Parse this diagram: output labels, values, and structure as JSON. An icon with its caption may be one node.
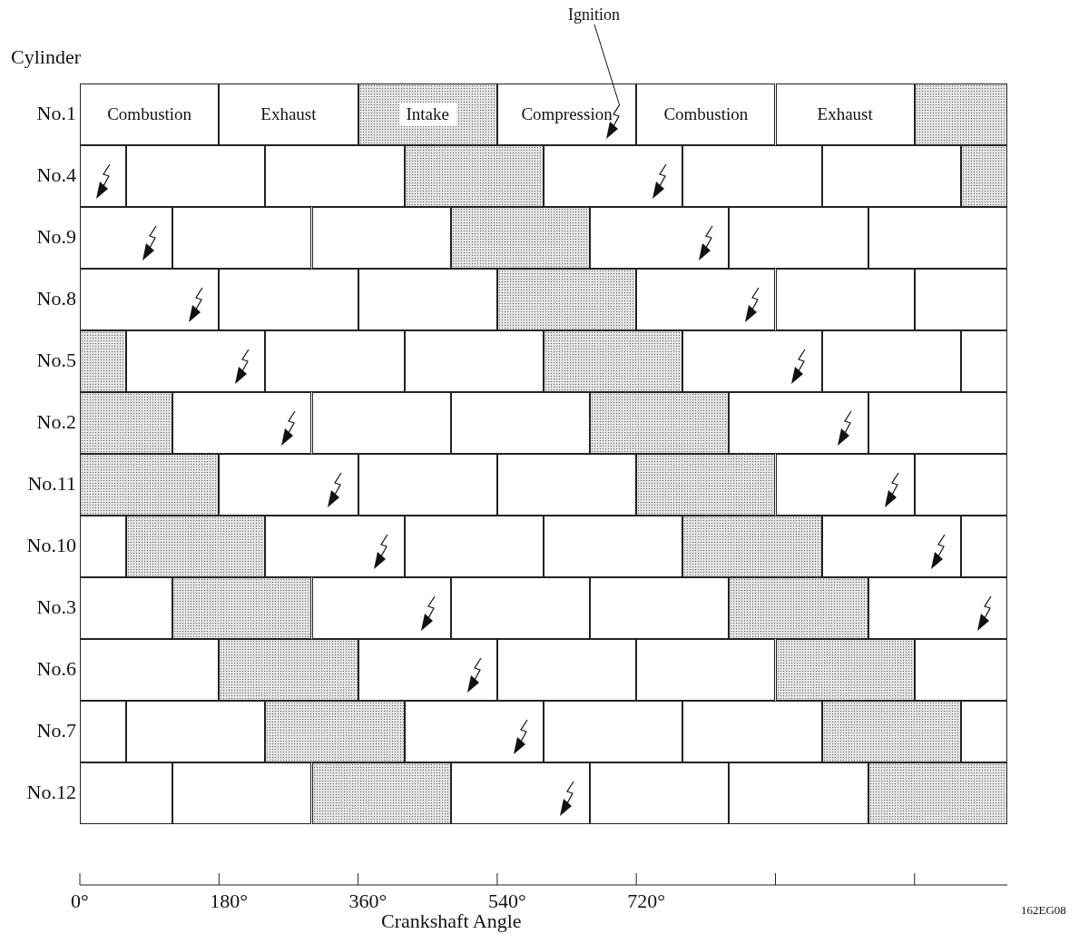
{
  "diagram": {
    "nodes": [
      {
        "text": [
          "Ignition"
        ]
      },
      {
        "text": [
          "Combustion"
        ]
      },
      {
        "text": [
          "Exhaust"
        ]
      },
      {
        "text": [
          "Intake"
        ]
      },
      {
        "text": [
          "Compression"
        ]
      },
      {
        "text": [
          "Combustion"
        ]
      },
      {
        "text": [
          "Exhaust"
        ]
      },
      {
        "text": [],
        "shape": "box"
      },
      {
        "text": [],
        "shape": "picture",
        "in": 4
      },
      {
        "text": [],
        "shape": "box"
      },
      {
        "text": [],
        "shape": "box"
      },
      {
        "text": [],
        "shape": "box"
      },
      {
        "text": [],
        "shape": "box"
      },
      {
        "text": [],
        "shape": "box"
      },
      {
        "text": [],
        "shape": "box"
      },
      {
        "text": [],
        "shape": "box"
      },
      {
        "text": [],
        "shape": "box"
      },
      {
        "text": [],
        "shape": "box"
      },
      {
        "text": [],
        "shape": "box"
      },
      {
        "text": [],
        "shape": "box"
      },
      {
        "text": [],
        "shape": "box"
      },
      {
        "text": [],
        "shape": "box"
      },
      {
        "text": [],
        "shape": "box"
      },
      {
        "text": [],
        "shape": "box"
      },
      {
        "text": [],
        "shape": "box"
      },
      {
        "text": [],
        "shape": "box"
      },
      {
        "text": [],
        "shape": "box"
      },
      {
        "text": [],
        "shape": "box"
      },
      {
        "text": [],
        "shape": "box"
      },
      {
        "text": [],
        "shape": "box"
      },
      {
        "text": [],
        "shape": "box"
      },
      {
        "text": [],
        "shape": "box"
      },
      {
        "text": [],
        "shape": "box"
      },
      {
        "text": [],
        "shape": "box"
      },
      {
        "text": [],
        "shape": "box"
      },
      {
        "text": [],
        "shape": "box"
      },
      {
        "text": [],
        "shape": "box"
      },
      {
        "text": [],
        "shape": "box"
      },
      {
        "text": [],
        "shape": "box"
      },
      {
        "text": [],
        "shape": "box"
      },
      {
        "text": [],
        "shape": "box"
      },
      {
        "text": [],
        "shape": "box"
      },
      {
        "text": [],
        "shape": "box"
      },
      {
        "text": [],
        "shape": "box"
      },
      {
        "text": [],
        "shape": "box"
      },
      {
        "text": [],
        "shape": "box"
      },
      {
        "text": [],
        "shape": "box"
      },
      {
        "text": [],
        "shape": "box"
      },
      {
        "text": [],
        "shape": "box"
      },
      {
        "text": [],
        "shape": "box"
      },
      {
        "text": [],
        "shape": "box"
      },
      {
        "text": [],
        "shape": "box"
      },
      {
        "text": [],
        "shape": "box"
      },
      {
        "text": [],
        "shape": "box"
      },
      {
        "text": [],
        "shape": "box"
      },
      {
        "text": [],
        "shape": "box"
      },
      {
        "text": [],
        "shape": "box"
      },
      {
        "text": [],
        "shape": "box"
      },
      {
        "text": [],
        "shape": "box"
      },
      {
        "text": [],
        "shape": "box"
      },
      {
        "text": [],
        "shape": "box"
      },
      {
        "text": [],
        "shape": "box"
      },
      {
        "text": [],
        "shape": "box"
      },
      {
        "text": [],
        "shape": "box"
      },
      {
        "text": [],
        "shape": "box"
      },
      {
        "text": [],
        "shape": "box"
      },
      {
        "text": [],
        "shape": "box"
      },
      {
        "text": [],
        "shape": "box"
      },
      {
        "text": [],
        "shape": "box"
      },
      {
        "text": [],
        "shape": "box"
      },
      {
        "text": [],
        "shape": "box"
      },
      {
        "text": [],
        "shape": "box"
      },
      {
        "text": [],
        "shape": "box"
      },
      {
        "text": [],
        "shape": "box"
      },
      {
        "text": [],
        "shape": "box"
      },
      {
        "text": [],
        "shape": "box"
      },
      {
        "text": [],
        "shape": "box"
      },
      {
        "text": [],
        "shape": "box"
      },
      {
        "text": [],
        "shape": "box"
      },
      {
        "text": [],
        "shape": "box"
      },
      {
        "text": [],
        "shape": "box"
      },
      {
        "text": [],
        "shape": "box"
      },
      {
        "text": [],
        "shape": "box"
      },
      {
        "text": [],
        "shape": "box"
      },
      {
        "text": [],
        "shape": "box"
      },
      {
        "text": [],
        "shape": "box"
      },
      {
        "text": [],
        "shape": "box"
      },
      {
        "text": [],
        "shape": "box"
      },
      {
        "text": [],
        "shape": "box"
      },
      {
        "text": [],
        "shape": "box"
      }
    ],
    "edges": [
      {
        "from": 0,
        "to": 8,
        "arrow": "none"
      }
    ],
    "labels": [
      "Cylinder",
      "No.1",
      "No.4",
      "No.9",
      "No.8",
      "No.5",
      "No.2",
      "No.11",
      "No.10",
      "No.3",
      "No.6",
      "No.7",
      "No.12",
      "0°",
      "180°",
      "360°",
      "540°",
      "720°",
      "Crankshaft Angle",
      "162EG08"
    ]
  }
}
